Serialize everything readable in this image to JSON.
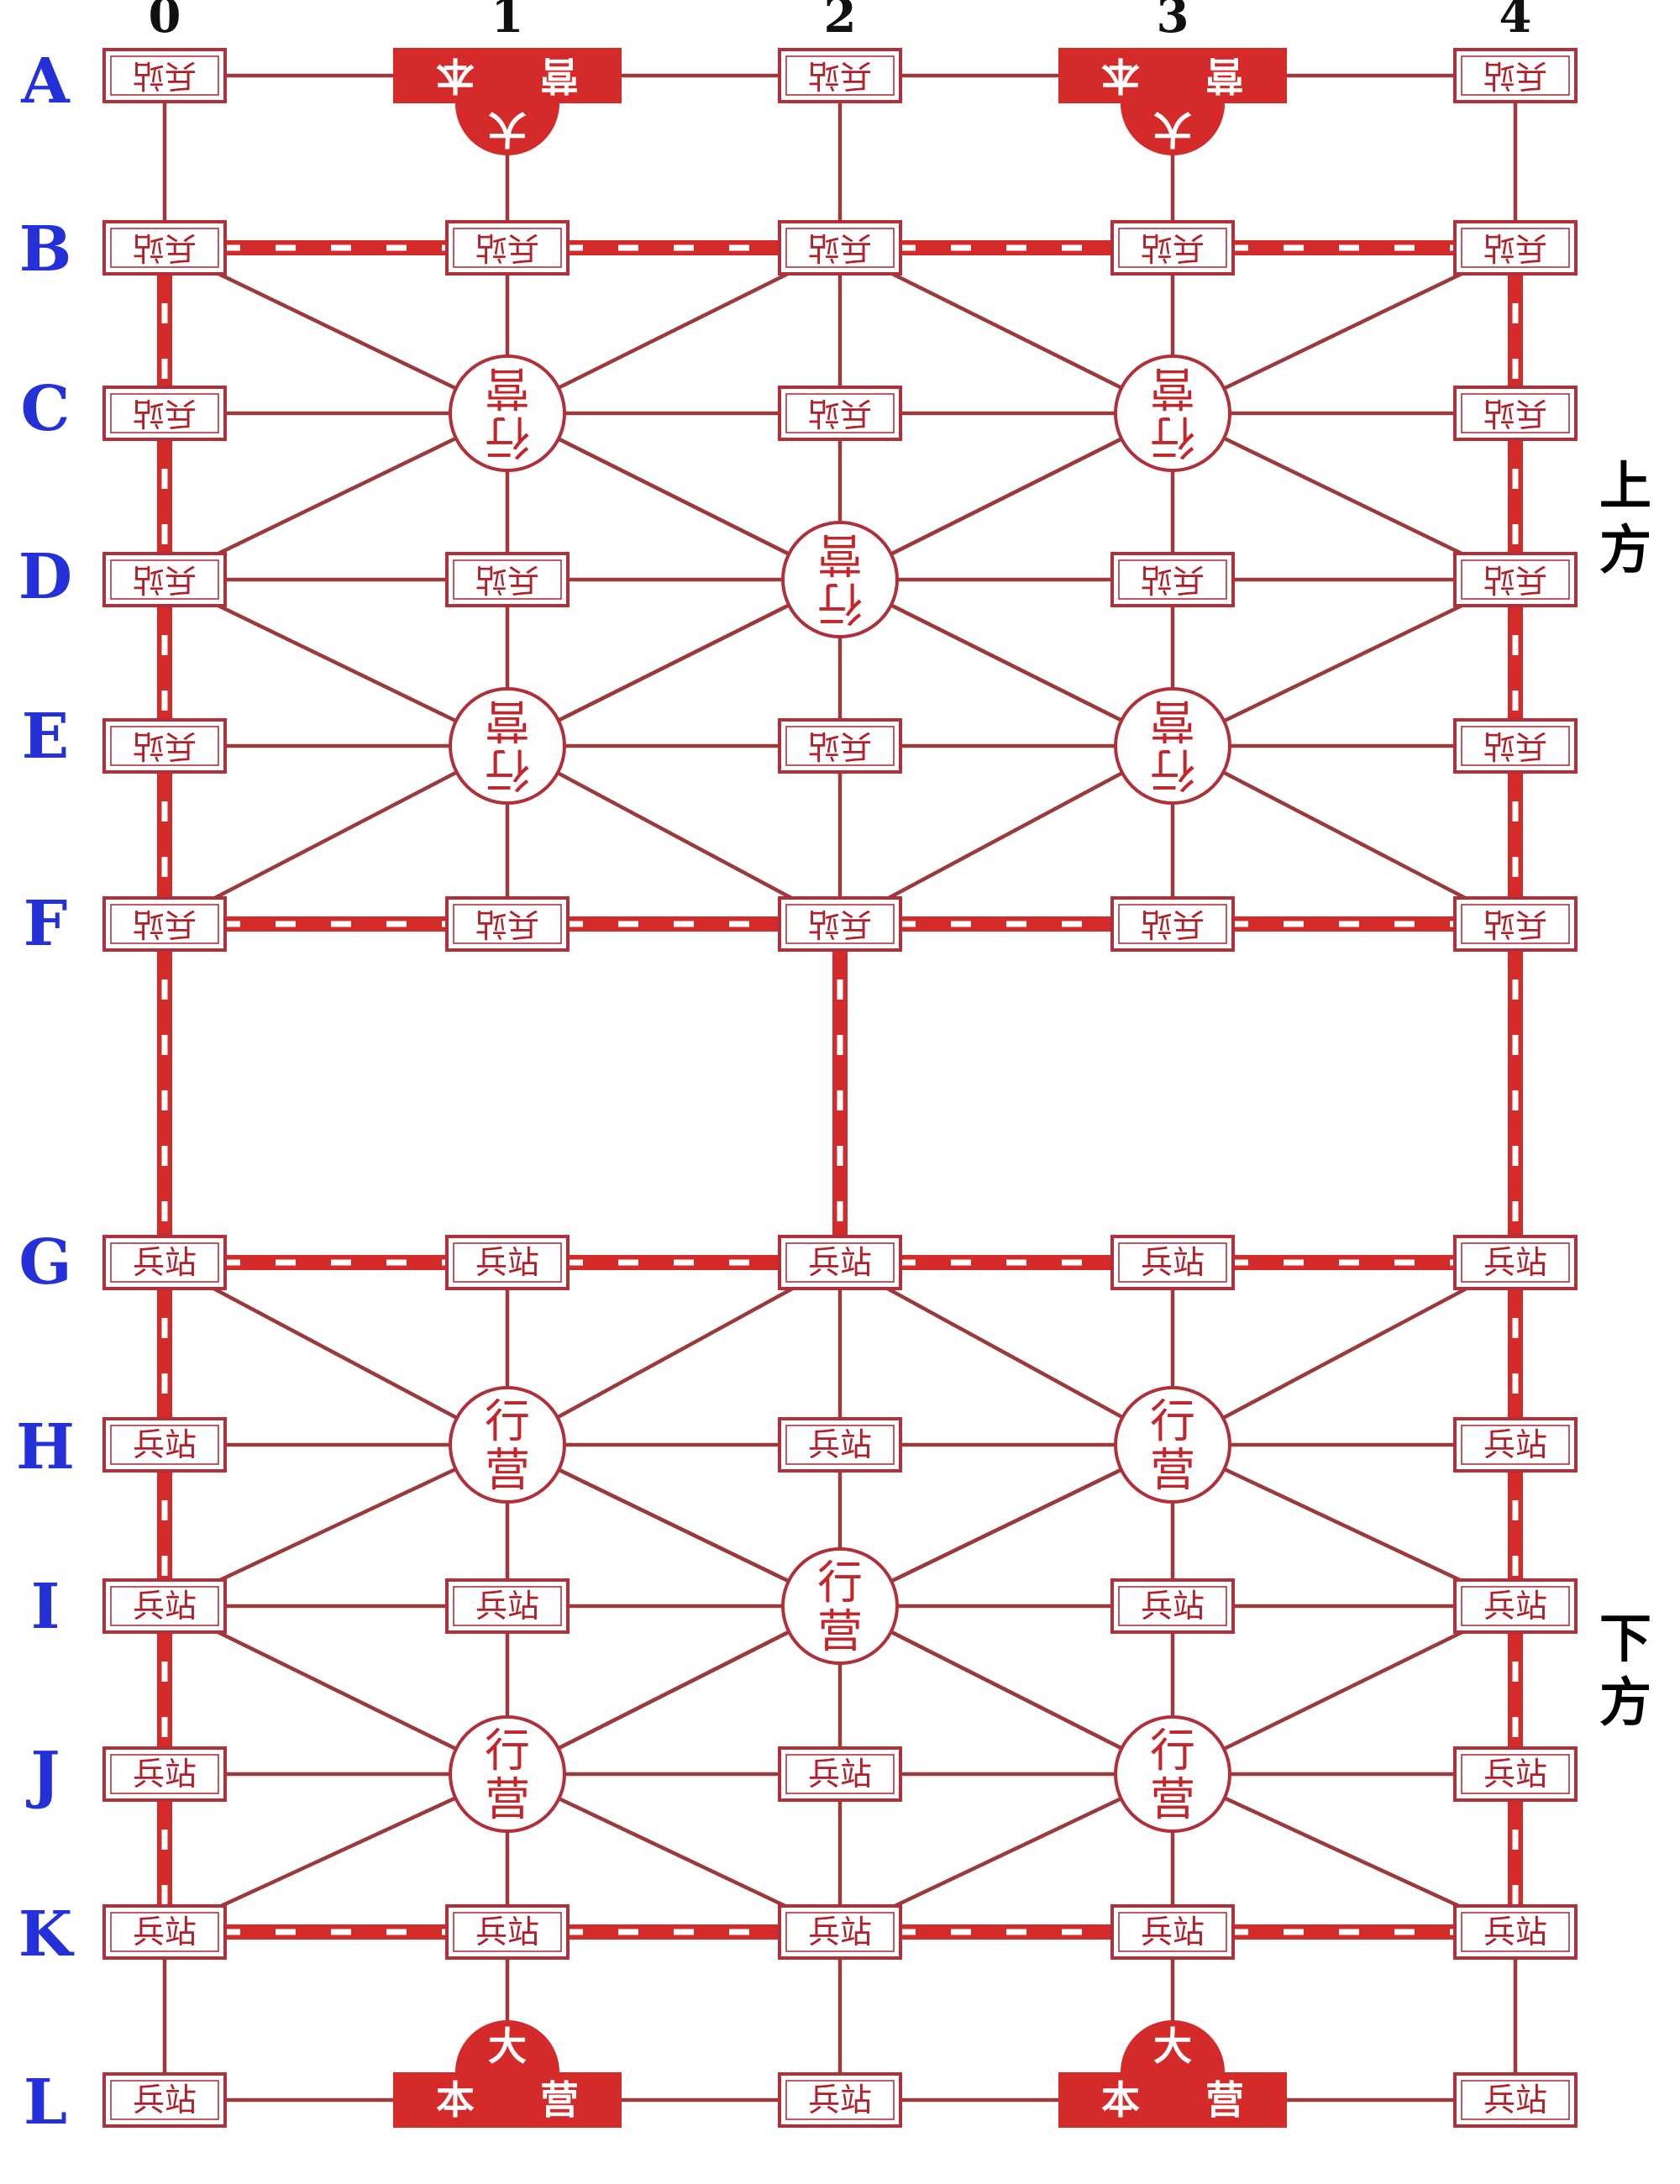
{
  "board": {
    "columns": [
      "0",
      "1",
      "2",
      "3",
      "4"
    ],
    "rows": [
      "A",
      "B",
      "C",
      "D",
      "E",
      "F",
      "G",
      "H",
      "I",
      "J",
      "K",
      "L"
    ],
    "sides": {
      "top": "上方",
      "bottom": "下方"
    },
    "pieces": {
      "post": "兵站",
      "camp": "行营",
      "camp_chars": [
        "行",
        "营"
      ],
      "hq_top": "大",
      "hq_bottom": "本营"
    },
    "camps": [
      "C1",
      "C3",
      "D2",
      "E1",
      "E3",
      "H1",
      "H3",
      "I2",
      "J1",
      "J3"
    ],
    "headquarters": [
      "A1",
      "A3",
      "L1",
      "L3"
    ],
    "orientation": {
      "upper_half_rotated": true
    },
    "colors": {
      "line": "#9a3a3a",
      "railway": "#d42a2a",
      "piece_border": "#b0303a",
      "hq_fill": "#d42a2a",
      "row_label": "#2430d8",
      "column_label": "#111111"
    }
  }
}
